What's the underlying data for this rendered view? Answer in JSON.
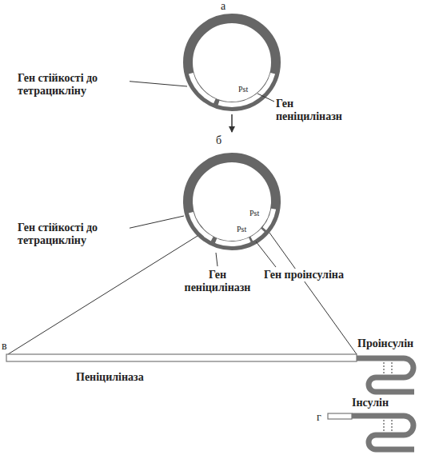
{
  "diagram": {
    "labels": [
      "а",
      "Ген стійкості до тетрацикліну",
      "Pst",
      "Ген пеніциліназн",
      "б",
      "Ген стійкості до тетрацикліну",
      "Pst",
      "Pst",
      "Ген пеніциліназн",
      "Ген проінсуліна",
      "в",
      "Проінсулін",
      "Пеніциліназа",
      "г",
      "Інсулін"
    ]
  }
}
